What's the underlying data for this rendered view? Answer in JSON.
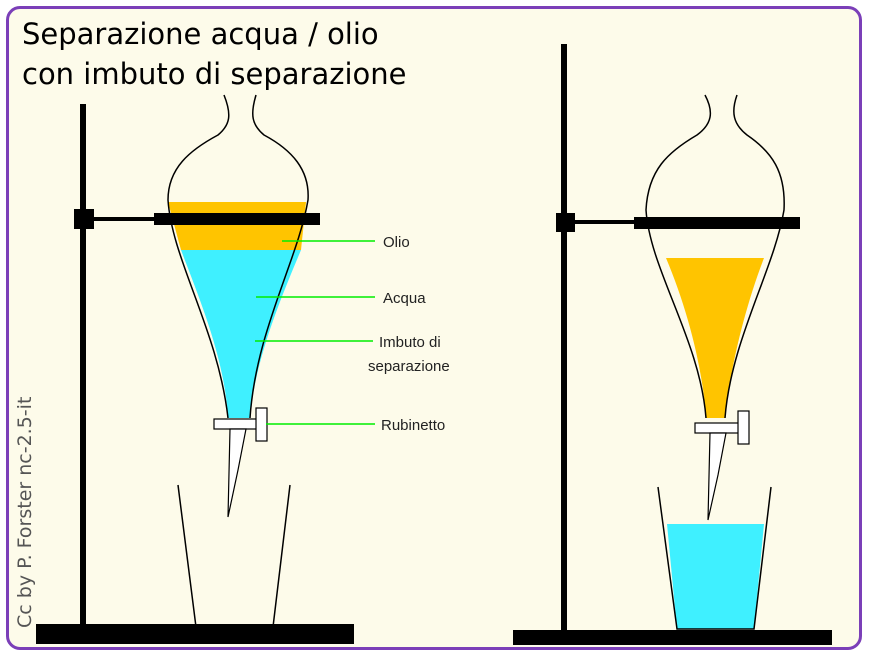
{
  "title": {
    "line1": "Separazione acqua / olio",
    "line2": "con imbuto di separazione"
  },
  "credit": "Cc by P. Forster nc-2.5-it",
  "labels": {
    "olio": "Olio",
    "acqua": "Acqua",
    "imbuto_line1": "Imbuto di",
    "imbuto_line2": "separazione",
    "rubinetto": "Rubinetto"
  },
  "colors": {
    "oil": "#ffc400",
    "water": "#3ff0ff",
    "leader": "#00ee00",
    "stand": "#000000",
    "border": "#7b3fb8"
  }
}
